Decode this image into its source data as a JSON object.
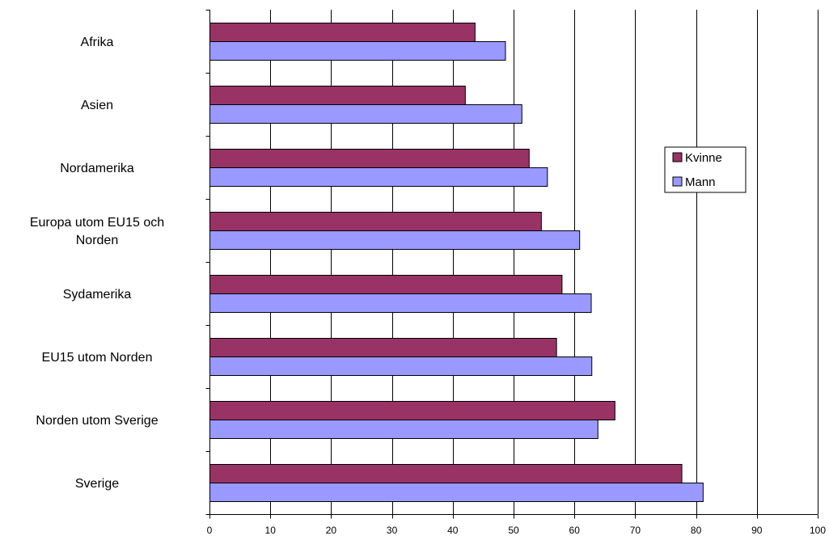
{
  "chart_data": {
    "type": "bar",
    "orientation": "horizontal",
    "categories": [
      "Afrika",
      "Asien",
      "Nordamerika",
      "Europa utom EU15 och Norden",
      "Sydamerika",
      "EU15 utom Norden",
      "Norden  utom Sverige",
      "Sverige"
    ],
    "category_lines": [
      [
        "Afrika"
      ],
      [
        "Asien"
      ],
      [
        "Nordamerika"
      ],
      [
        "Europa utom EU15 och",
        "Norden"
      ],
      [
        "Sydamerika"
      ],
      [
        "EU15 utom Norden"
      ],
      [
        "Norden  utom Sverige"
      ],
      [
        "Sverige"
      ]
    ],
    "series": [
      {
        "name": "Kvinne",
        "color": "#993366",
        "values": [
          43.6,
          42.0,
          52.5,
          54.5,
          57.9,
          57.0,
          66.6,
          77.6
        ]
      },
      {
        "name": "Mann",
        "color": "#9999ff",
        "values": [
          48.6,
          51.3,
          55.5,
          60.8,
          62.7,
          62.8,
          63.8,
          81.1
        ]
      }
    ],
    "xlim": [
      0,
      100
    ],
    "xticks": [
      "0",
      "10",
      "20",
      "30",
      "40",
      "50",
      "60",
      "70",
      "80",
      "90",
      "100"
    ],
    "grid": "vertical",
    "legend_position": "right",
    "title": "",
    "xlabel": "",
    "ylabel": ""
  }
}
